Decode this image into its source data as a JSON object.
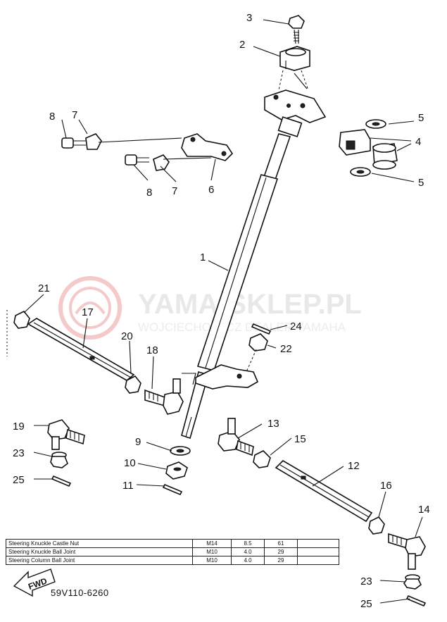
{
  "watermark": {
    "title": "YAMA-SKLEP.PL",
    "subtitle": "WOJCIECHOWICZ DEALER YAMAHA"
  },
  "callouts": [
    "3",
    "2",
    "5",
    "4",
    "5",
    "8",
    "7",
    "8",
    "7",
    "6",
    "1",
    "21",
    "17",
    "24",
    "20",
    "18",
    "22",
    "13",
    "15",
    "12",
    "19",
    "9",
    "23",
    "10",
    "25",
    "11",
    "16",
    "14",
    "23",
    "25"
  ],
  "torque_table": {
    "rows": [
      {
        "name": "Steering Knuckle Castle Nut",
        "size": "M14",
        "nm": "8.5",
        "ftlb": "61"
      },
      {
        "name": "Steering Knuckle Ball Joint",
        "size": "M10",
        "nm": "4.0",
        "ftlb": "29"
      },
      {
        "name": "Steering Column Ball Joint",
        "size": "M10",
        "nm": "4.0",
        "ftlb": "29"
      }
    ]
  },
  "fwd_label": "FWD",
  "diagram_code": "59V110-6260",
  "colors": {
    "ink": "#111111",
    "watermark": "#e6e6e6",
    "watermark_logo": "#f3c9c9"
  }
}
